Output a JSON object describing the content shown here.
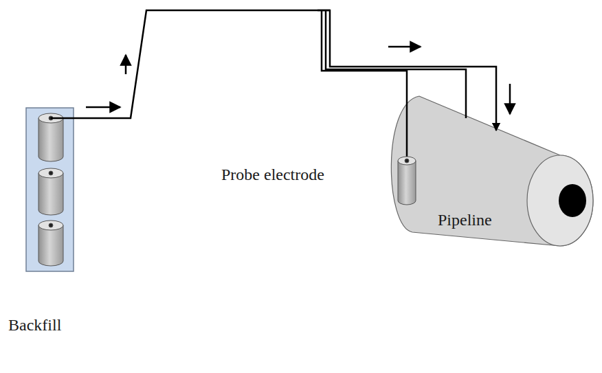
{
  "diagram": {
    "nodes": [
      {
        "text": [
          "Backfill"
        ]
      },
      {
        "text": [
          "Pipeline"
        ]
      }
    ],
    "edges": [
      {
        "from": 0,
        "to": 1,
        "arrow": "to"
      }
    ],
    "labels": [
      "Probe electrode"
    ]
  }
}
